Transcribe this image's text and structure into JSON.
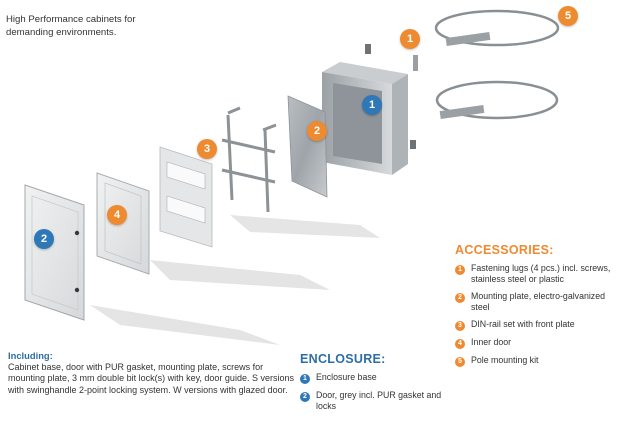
{
  "intro": {
    "text": "High Performance cabinets for\ndemanding environments."
  },
  "badges": {
    "b1": "1",
    "b2_plate": "2",
    "b2_door": "2",
    "b3": "3",
    "b4": "4",
    "b5": "5",
    "b_lug": "1"
  },
  "including": {
    "heading": "Including:",
    "body": "Cabinet base, door with PUR gasket, mounting plate, screws for mounting plate, 3 mm double bit lock(s) with key, door guide. S versions with swinghandle 2-point locking system. W versions with glazed door."
  },
  "enclosure": {
    "heading": "ENCLOSURE:",
    "items": [
      {
        "num": "1",
        "text": "Enclosure base"
      },
      {
        "num": "2",
        "text": "Door, grey incl. PUR gasket and locks"
      }
    ]
  },
  "accessories": {
    "heading": "ACCESSORIES:",
    "items": [
      {
        "num": "1",
        "text": "Fastening lugs (4 pcs.) incl. screws, stainless steel or plastic"
      },
      {
        "num": "2",
        "text": "Mounting plate, electro-galvanized steel"
      },
      {
        "num": "3",
        "text": "DIN-rail set with front plate"
      },
      {
        "num": "4",
        "text": "Inner door"
      },
      {
        "num": "5",
        "text": "Pole mounting kit"
      }
    ]
  },
  "colors": {
    "orange": "#ee8a2f",
    "blue": "#2e78b8",
    "heading_blue": "#2e6ea6"
  }
}
